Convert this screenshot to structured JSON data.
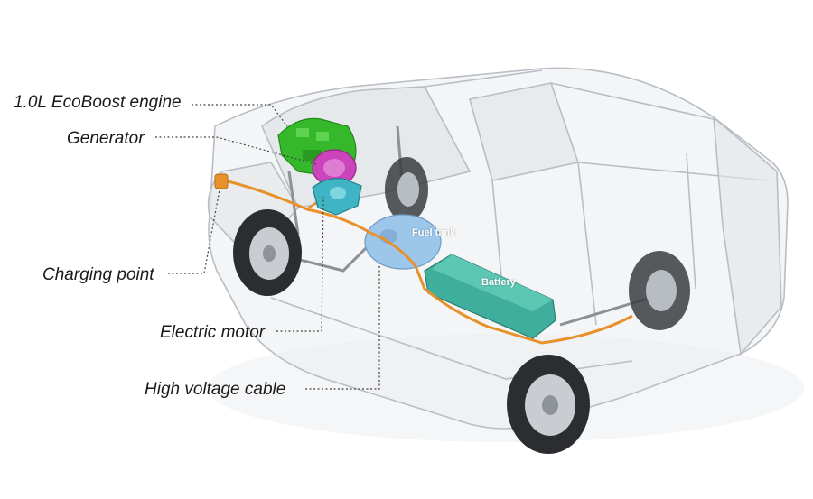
{
  "callouts": {
    "engine": "1.0L EcoBoost engine",
    "generator": "Generator",
    "charging_point": "Charging point",
    "electric_motor": "Electric motor",
    "hv_cable": "High voltage cable"
  },
  "components": {
    "fuel_tank": "Fuel tank",
    "battery": "Battery"
  },
  "colors": {
    "engine": "#35b82a",
    "generator": "#cc44bb",
    "motor": "#3fb4c4",
    "fuel_tank": "#9cc6ea",
    "battery": "#3fae9c",
    "cable": "#e8912a"
  }
}
